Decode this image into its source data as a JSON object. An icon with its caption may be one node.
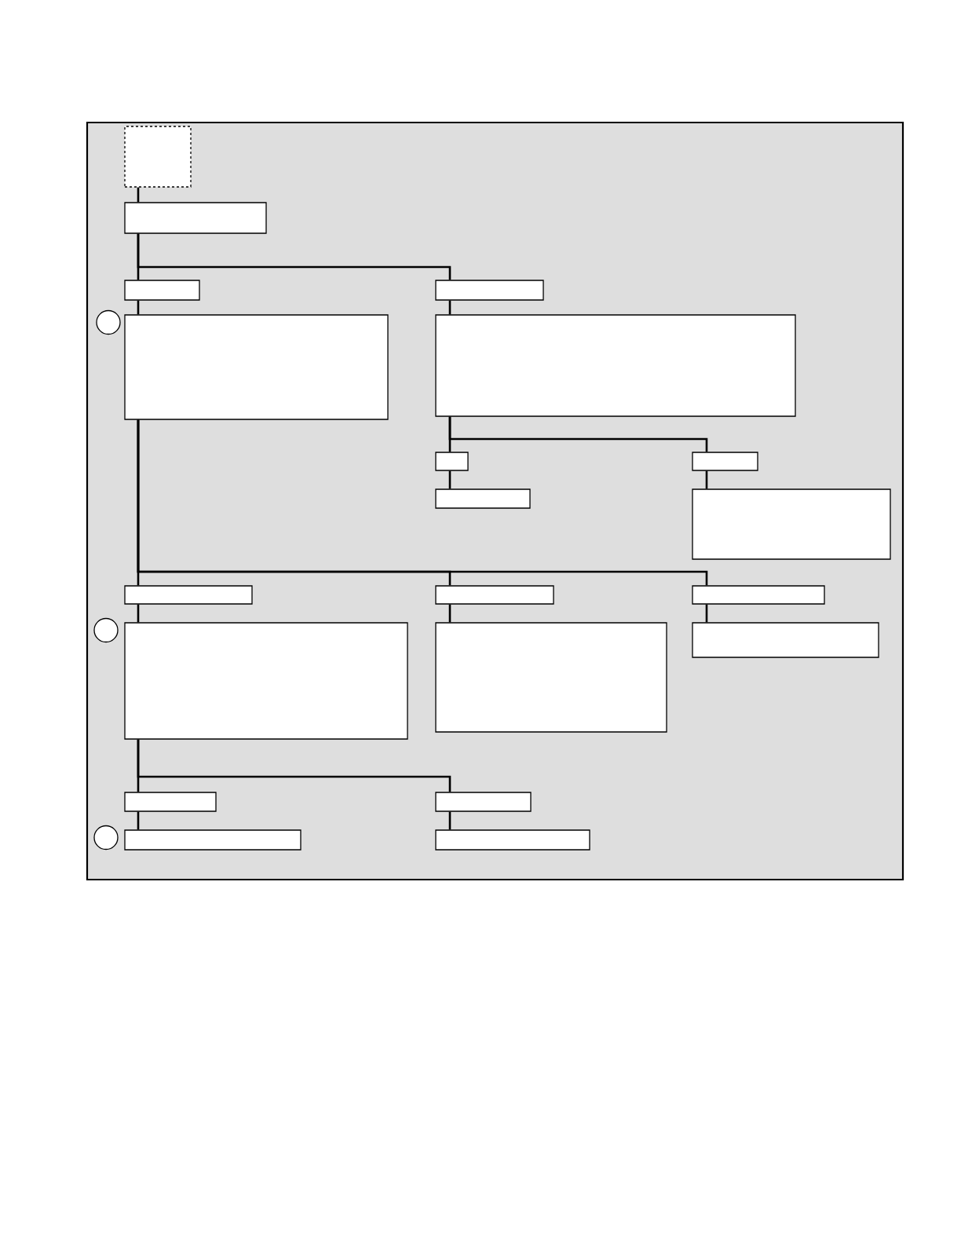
{
  "diagram": {
    "nodes": [
      {
        "text": [],
        "shape": "box"
      },
      {
        "text": [],
        "shape": "box"
      },
      {
        "text": [],
        "shape": "box"
      },
      {
        "text": [],
        "shape": "box"
      },
      {
        "text": [],
        "shape": "circle"
      },
      {
        "text": [],
        "shape": "box"
      },
      {
        "text": [],
        "shape": "box"
      },
      {
        "text": [],
        "shape": "box"
      },
      {
        "text": [],
        "shape": "box"
      },
      {
        "text": [],
        "shape": "box"
      },
      {
        "text": [],
        "shape": "box"
      },
      {
        "text": [],
        "shape": "box"
      },
      {
        "text": [],
        "shape": "box"
      },
      {
        "text": [],
        "shape": "box"
      },
      {
        "text": [],
        "shape": "circle"
      },
      {
        "text": [],
        "shape": "box"
      },
      {
        "text": [],
        "shape": "box"
      },
      {
        "text": [],
        "shape": "box"
      },
      {
        "text": [],
        "shape": "box"
      },
      {
        "text": [],
        "shape": "box"
      },
      {
        "text": [],
        "shape": "circle"
      },
      {
        "text": [],
        "shape": "box"
      },
      {
        "text": [],
        "shape": "box"
      }
    ],
    "edges": [
      {
        "from": 0,
        "to": 1,
        "arrow": "none"
      },
      {
        "from": 1,
        "to": 2,
        "arrow": "none"
      },
      {
        "from": 1,
        "to": 3,
        "arrow": "none"
      },
      {
        "from": 2,
        "to": 5,
        "arrow": "none"
      },
      {
        "from": 3,
        "to": 6,
        "arrow": "none"
      },
      {
        "from": 6,
        "to": 7,
        "arrow": "none"
      },
      {
        "from": 6,
        "to": 8,
        "arrow": "none"
      },
      {
        "from": 7,
        "to": 9,
        "arrow": "none"
      },
      {
        "from": 8,
        "to": 10,
        "arrow": "none"
      },
      {
        "from": 5,
        "to": 11,
        "arrow": "none"
      },
      {
        "from": 5,
        "to": 12,
        "arrow": "none"
      },
      {
        "from": 5,
        "to": 13,
        "arrow": "none"
      },
      {
        "from": 11,
        "to": 15,
        "arrow": "none"
      },
      {
        "from": 12,
        "to": 16,
        "arrow": "none"
      },
      {
        "from": 13,
        "to": 17,
        "arrow": "none"
      },
      {
        "from": 15,
        "to": 18,
        "arrow": "none"
      },
      {
        "from": 15,
        "to": 19,
        "arrow": "none"
      },
      {
        "from": 18,
        "to": 21,
        "arrow": "none"
      },
      {
        "from": 19,
        "to": 22,
        "arrow": "none"
      }
    ]
  }
}
